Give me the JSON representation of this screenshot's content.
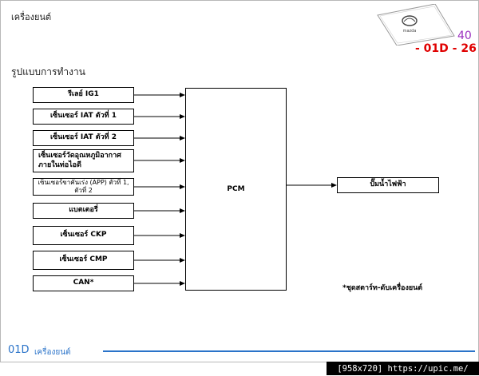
{
  "header": {
    "title": "เครื่องยนต์",
    "page_number": "40",
    "section_code": "- 01D - 26",
    "logo_text": "mazda"
  },
  "diagram": {
    "subtitle": "รูปแบบการทำงาน",
    "inputs": [
      "รีเลย์ IG1",
      "เซ็นเซอร์ IAT ตัวที่ 1",
      "เซ็นเซอร์ IAT ตัวที่ 2",
      "เซ็นเซอร์วัดอุณหภูมิอากาศ ภายในท่อไอดี",
      "เซ็นเซอร์ขาคันเร่ง (APP) ตัวที่ 1, ตัวที่ 2",
      "แบตเตอรี่",
      "เซ็นเซอร์ CKP",
      "เซ็นเซอร์ CMP",
      "CAN*"
    ],
    "controller": "PCM",
    "output": "ปั๊มน้ำไฟฟ้า",
    "note": "*ชุดสตาร์ท-ดับเครื่องยนต์"
  },
  "footer": {
    "code": "01D",
    "name": "เครื่องยนต์"
  },
  "watermark": "[958x720] https://upic.me/"
}
